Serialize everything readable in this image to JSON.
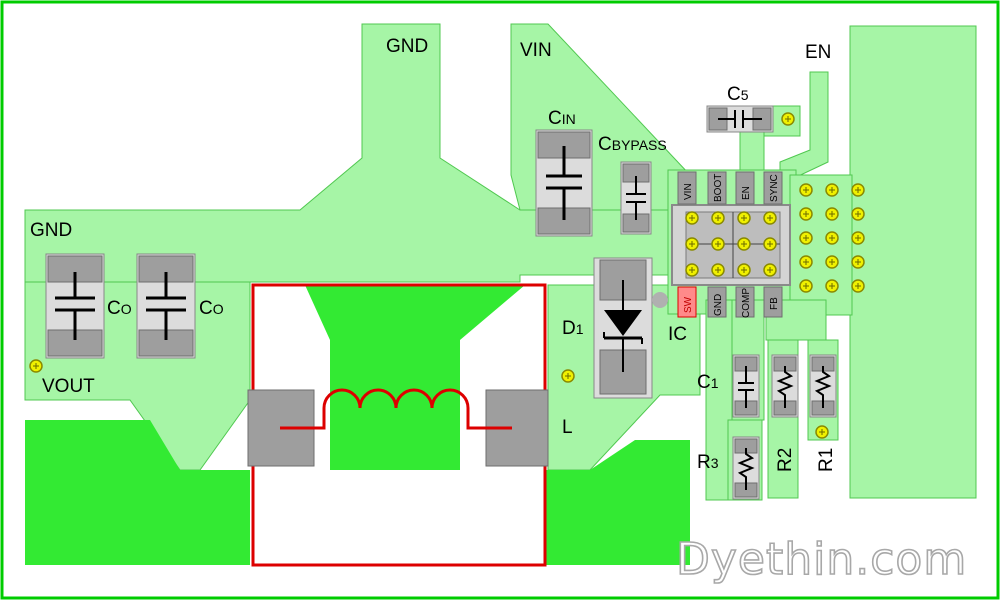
{
  "nets": {
    "gnd_top": "GND",
    "gnd_left": "GND",
    "vin": "VIN",
    "en": "EN",
    "vout": "VOUT"
  },
  "components": {
    "cin": {
      "main": "C",
      "sub": "IN"
    },
    "cbypass": {
      "main": "C",
      "sub": "BYPASS"
    },
    "c5": {
      "main": "C",
      "sub": "5"
    },
    "co1": {
      "main": "C",
      "sub": "O"
    },
    "co2": {
      "main": "C",
      "sub": "O"
    },
    "d1": {
      "main": "D",
      "sub": "1"
    },
    "ic": "IC",
    "l": "L",
    "c1": {
      "main": "C",
      "sub": "1"
    },
    "r1": "R1",
    "r2": "R2",
    "r3": {
      "main": "R",
      "sub": "3"
    }
  },
  "ic_pins": {
    "vin": "VIN",
    "boot": "BOOT",
    "en": "EN",
    "sync": "SYNC",
    "sw": "SW",
    "gnd": "GND",
    "comp": "COMP",
    "fb": "FB"
  },
  "watermark": "Dyethin.com",
  "colors": {
    "border": "#00cc00",
    "copper": "#a6f5a6",
    "copper_solid": "#33ea33",
    "pad": "#9e9e9e",
    "inductor": "#dd0000",
    "via": "#f0f000"
  }
}
